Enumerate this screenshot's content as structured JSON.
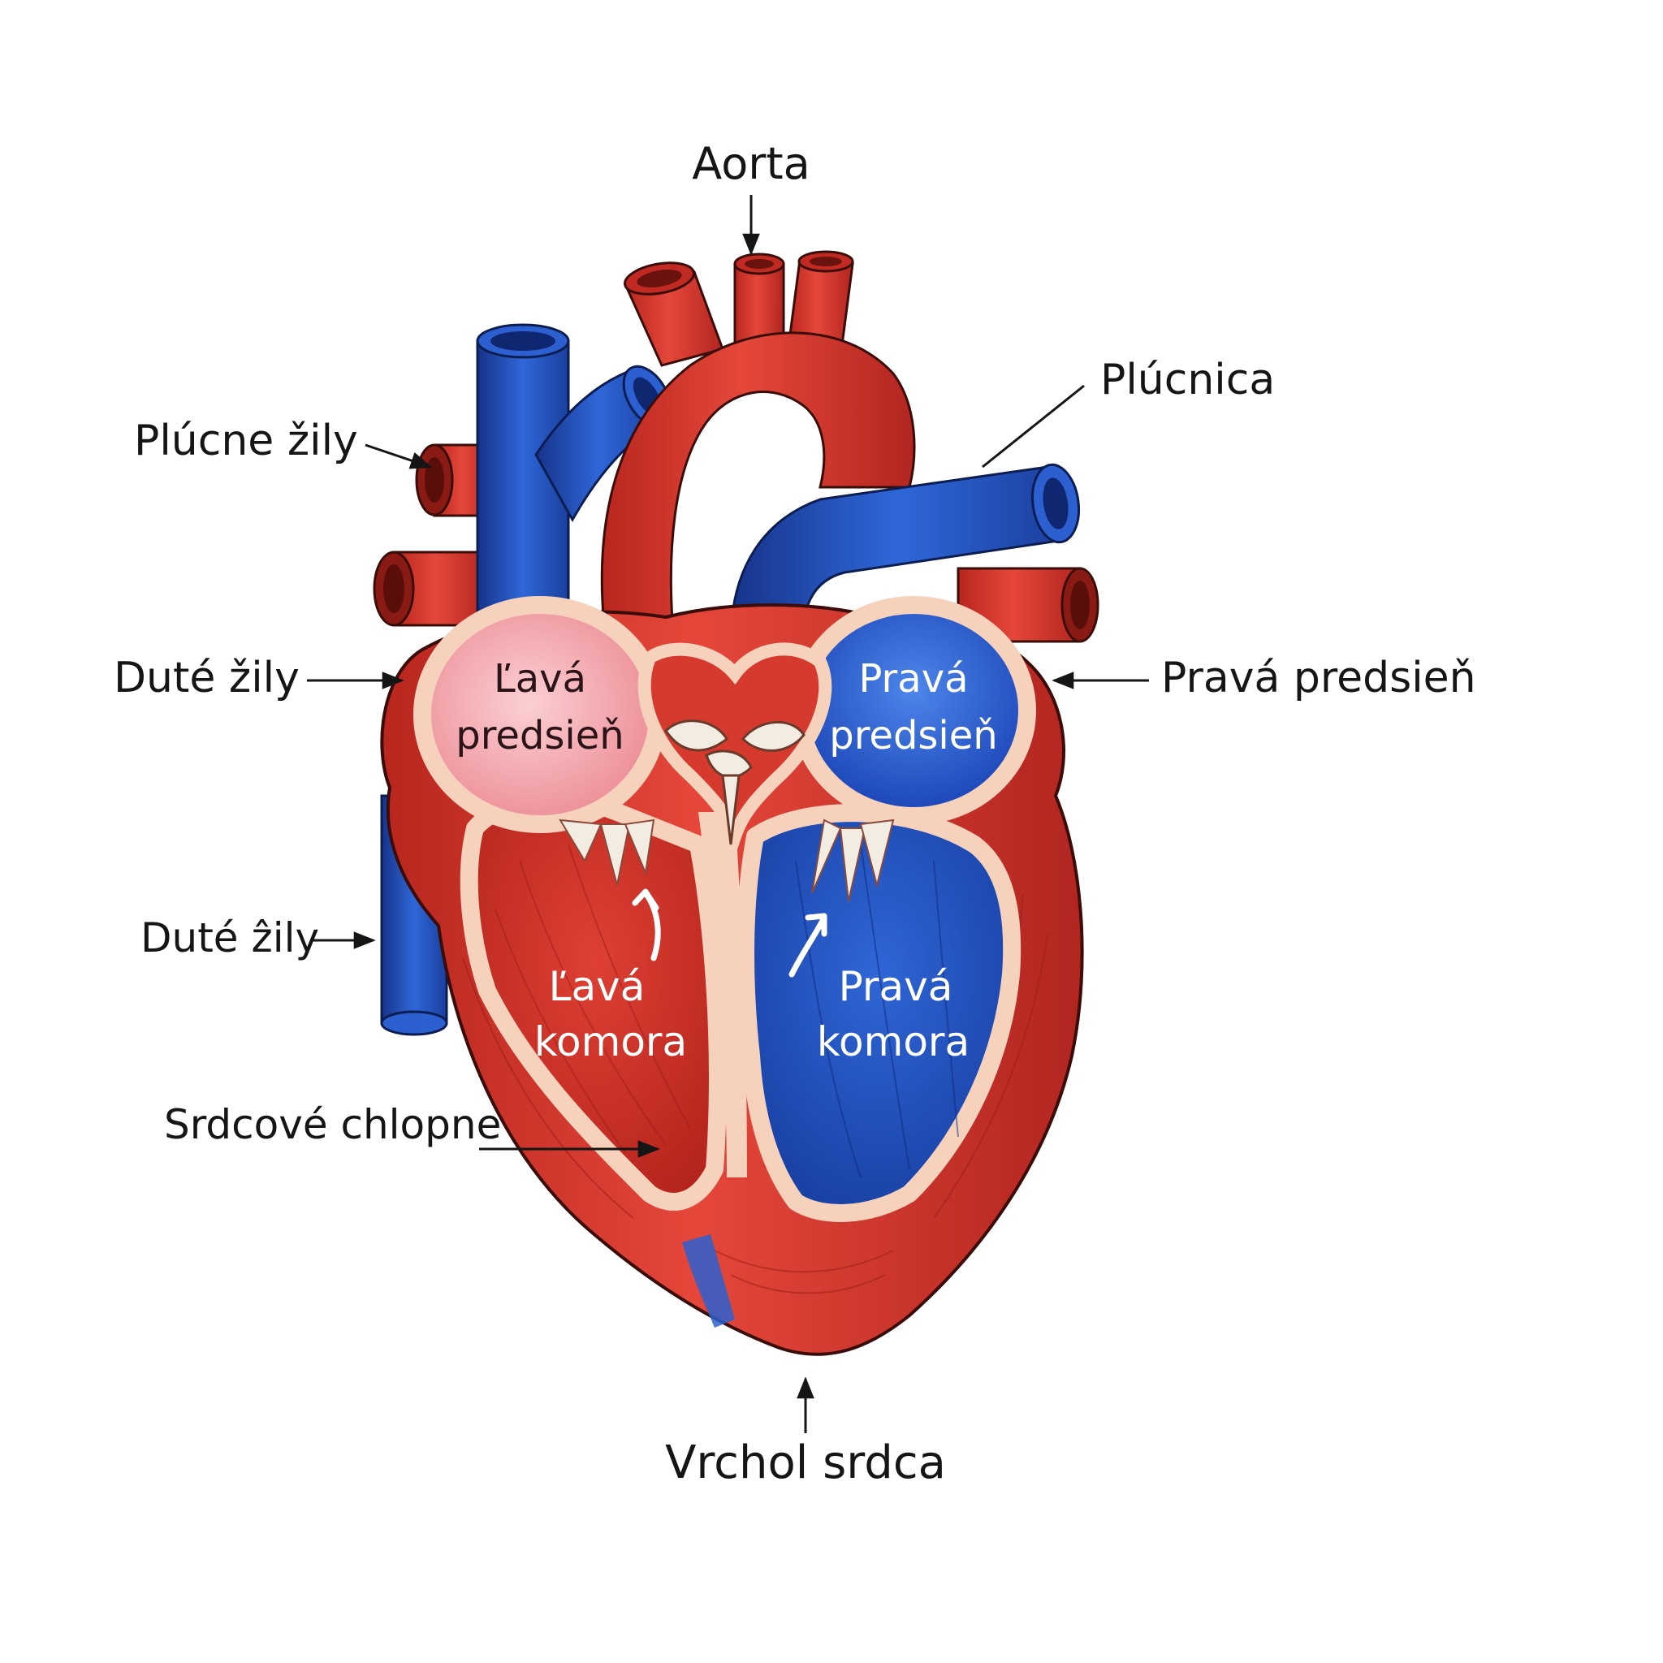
{
  "labels": {
    "aorta": "Aorta",
    "pulmonary_artery": "Plúcnica",
    "pulmonary_veins": "Plúcne žily",
    "vena_cava_upper": "Duté žily",
    "vena_cava_lower": "Duté ẑily",
    "right_atrium_outer": "Pravá predsieň",
    "heart_valves": "Srdcové chlopne",
    "apex": "Vrchol srdca"
  },
  "chambers": {
    "left_atrium": [
      "Ľavá",
      "predsieň"
    ],
    "right_atrium": [
      "Pravá",
      "predsieň"
    ],
    "left_ventricle": [
      "Ľavá",
      "komora"
    ],
    "right_ventricle": [
      "Pravá",
      "komora"
    ]
  },
  "colors": {
    "artery_red": "#d93a2f",
    "artery_dark": "#a5221c",
    "vein_blue": "#2457c9",
    "vein_dark": "#16338a",
    "atrium_pink": "#f4a6ad",
    "endocardium": "#f6d2bd",
    "valve_white": "#f3ece2"
  }
}
